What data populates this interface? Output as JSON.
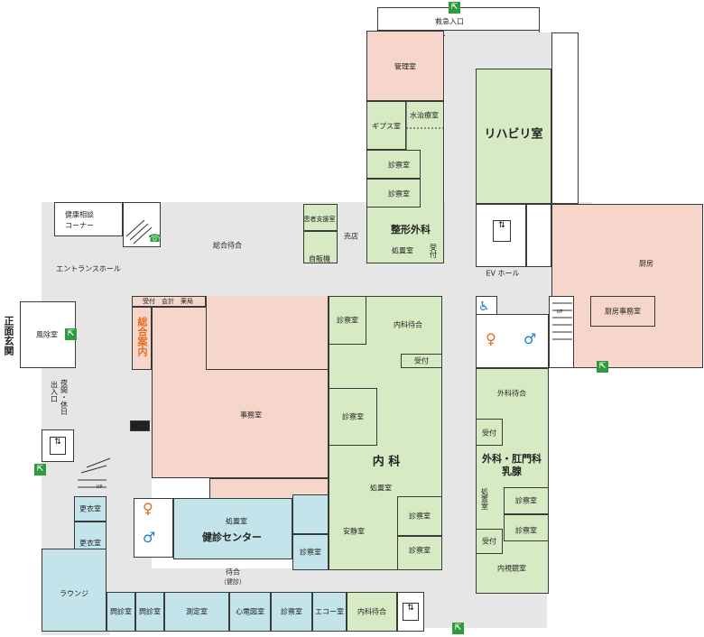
{
  "rooms": {
    "emergency_entrance": "救急入口",
    "admin_room": "管理室",
    "hydrotherapy": "水治療室",
    "cast_room": "ギプス室",
    "exam_room": "診察室",
    "orthopedics": "整形外科",
    "treatment_room": "処置室",
    "reception": "受付",
    "rehab_room": "リハビリ室",
    "health_consult": "健康相談",
    "corner": "コーナー",
    "general_waiting": "総合待合",
    "patient_support": "患者支援室",
    "shop": "売店",
    "vending": "自販機",
    "entrance_hall": "エントランスホール",
    "ev_hall": "EV ホール",
    "kitchen": "厨房",
    "kitchen_office": "厨房事務室",
    "main_entrance": "正面玄関",
    "windbreak": "風除室",
    "night_holiday": "夜間・休日",
    "exit_entrance": "出入口",
    "reception_accounting_pharmacy": "受付　会計　薬局",
    "info_desk": "総合案内",
    "pharmacy": "薬局",
    "internal_waiting": "内科待合",
    "office": "事務室",
    "internal_medicine": "内 科",
    "surgery_waiting": "外科待合",
    "surgery_proctology": "外科・肛門科",
    "breast": "乳腺",
    "endoscopy": "内視鏡室",
    "quiet_room": "安静室",
    "locker_room": "更衣室",
    "health_center": "健診センター",
    "lounge": "ラウンジ",
    "interview_room": "問診室",
    "measurement_room": "測定室",
    "ecg_room": "心電図室",
    "echo_room": "エコー室",
    "waiting": "待合",
    "checkup": "（健診）",
    "up": "UP"
  },
  "icons": {
    "emergency_exit": "emergency-exit-icon",
    "elevator": "elevator-icon",
    "phone": "phone-icon",
    "wheelchair": "wheelchair-icon",
    "female": "female-toilet-icon",
    "male": "male-toilet-icon"
  },
  "colors": {
    "corridor": "#e6e6e6",
    "admin": "#f6d6cb",
    "clinical": "#d6eac3",
    "health_center": "#c3e4ea",
    "exit": "#2e9b3e",
    "female": "#e86a1e",
    "male": "#1f7fd1"
  }
}
